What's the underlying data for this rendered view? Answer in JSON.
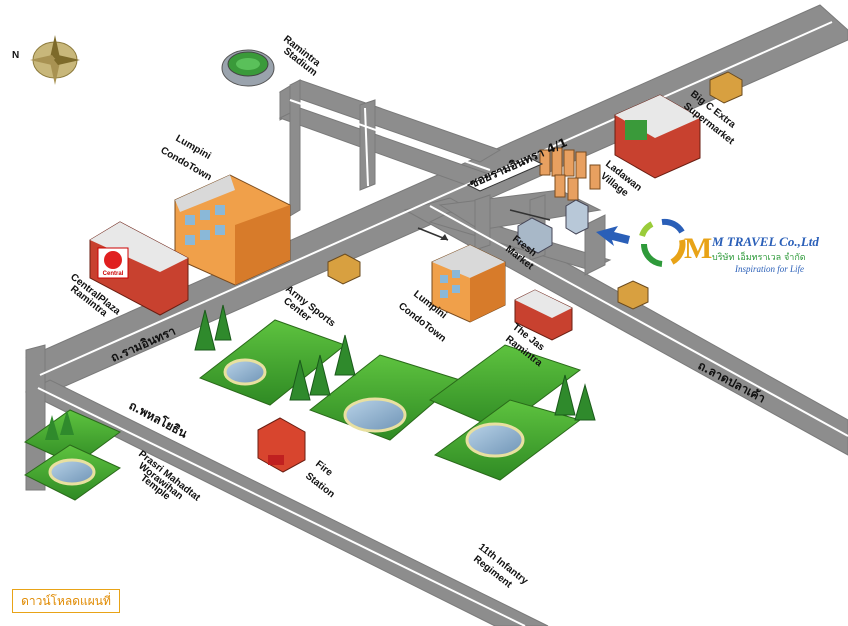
{
  "compass": {
    "north_label": "N"
  },
  "roads": {
    "ramintra": "ถ.รามอินทรา",
    "ladplakao": "ถ.ลาดปลาเค้า",
    "phaholyothin": "ถ.พหลโยธิน",
    "soi_sign": "ซอยรามอินทรา 4/1"
  },
  "places": {
    "stadium": [
      "Ramintra",
      "Stadium"
    ],
    "lumpini1": [
      "Lumpini",
      "CondoTown"
    ],
    "central": [
      "CentralPlaza",
      "Ramintra"
    ],
    "central_logo": "Central",
    "army": [
      "Army Sports",
      "Center"
    ],
    "lumpini2": [
      "Lumpini",
      "CondoTown"
    ],
    "fresh": [
      "Fresh",
      "Market"
    ],
    "jas": [
      "The Jas",
      "Ramintra"
    ],
    "ladawan": [
      "Ladawan",
      "Village"
    ],
    "bigc": [
      "Big C Extra",
      "Supermarket"
    ],
    "temple": [
      "Prasri Mahadtat",
      "Worawihan",
      "Temple"
    ],
    "fire": [
      "Fire",
      "Station"
    ],
    "regiment": [
      "11th Infantry",
      "Regiment"
    ]
  },
  "brand": {
    "name": "M TRAVEL Co.,Ltd",
    "thai_name": "บริษัท เอ็มทราเวล จำกัด",
    "tagline": "Inspiration for Life"
  },
  "download_button": "ดาวน์โหลดแผนที่",
  "colors": {
    "road": "#8c8c8c",
    "road_line": "#ffffff",
    "grass": "#3e9b2e",
    "accent": "#e8a317",
    "brand_green": "#2e9a3a",
    "brand_blue": "#2a5fb8"
  }
}
